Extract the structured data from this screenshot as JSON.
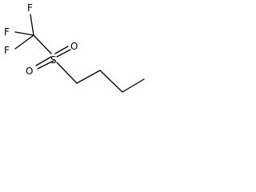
{
  "molecule": {
    "atoms": {
      "F_top": "F",
      "F_left": "F",
      "F_bottom": "F",
      "S": "S",
      "O_left": "O",
      "O_right": "O"
    },
    "colors": {
      "ink": "#000000",
      "background": "#ffffff"
    }
  }
}
